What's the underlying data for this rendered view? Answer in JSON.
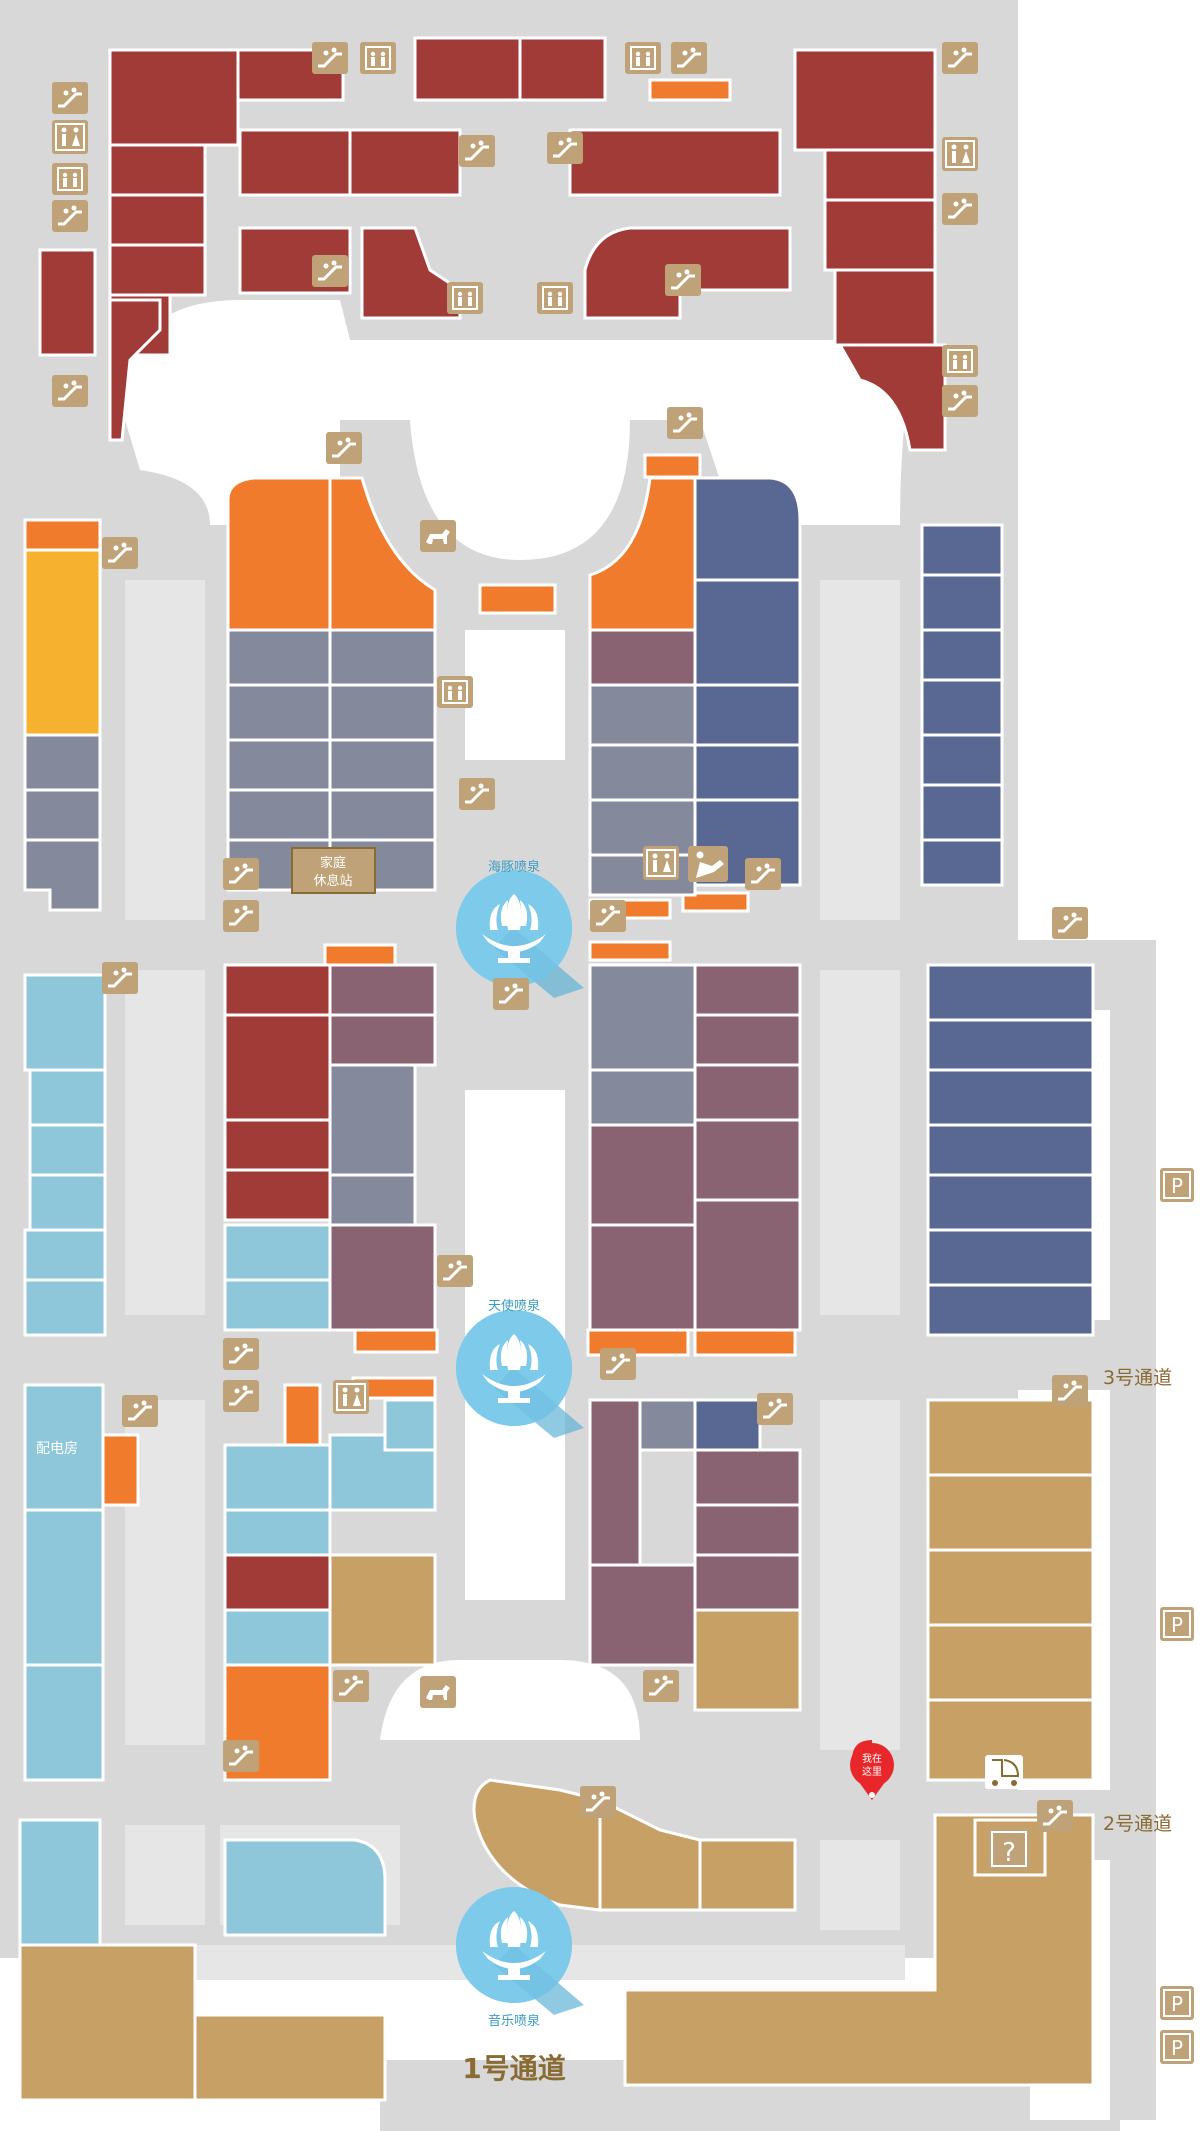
{
  "labels": {
    "fountain_dolphin": "海豚喷泉",
    "fountain_angel": "天使喷泉",
    "fountain_music": "音乐喷泉",
    "family_rest_line1": "家庭",
    "family_rest_line2": "休息站",
    "power_room": "配电房",
    "passage_1": "1号通道",
    "passage_2": "2号通道",
    "passage_3": "3号通道",
    "here_line1": "我在",
    "here_line2": "这里",
    "parking": "P",
    "info": "?"
  },
  "colors": {
    "floor": "#d8d8d8",
    "background": "#ffffff",
    "red": "#a03b38",
    "orange": "#f07b2c",
    "yellow": "#f6b22e",
    "blue": "#596892",
    "grey": "#848a9c",
    "mauve": "#8a6373",
    "light_blue": "#8ec6da",
    "tan": "#c7a065",
    "icon_tile": "#bfa277",
    "fountain": "#7dcaea",
    "label_blue": "#3a9cc4",
    "label_brown": "#8a6b34",
    "here_pin": "#e8272a"
  },
  "icons": [
    "escalator-icon",
    "elevator-icon",
    "restroom-icon",
    "pet-icon",
    "baby-care-icon",
    "stroller-icon",
    "parking-icon",
    "info-icon",
    "fountain-icon",
    "location-pin-icon"
  ]
}
